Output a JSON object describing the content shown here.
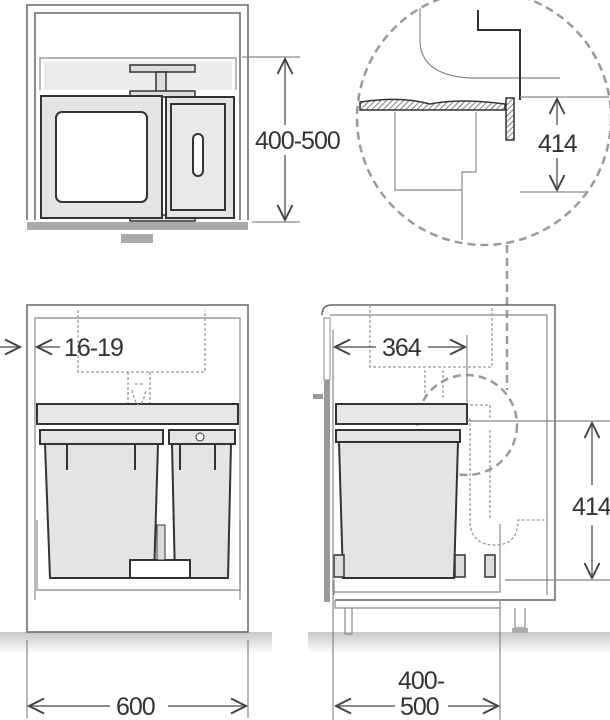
{
  "diagram": {
    "top_view": {
      "height_dimension": "400-500"
    },
    "detail_view": {
      "height_dimension": "414"
    },
    "front_view": {
      "side_gap_dimension": "16-19",
      "width_dimension": "600"
    },
    "side_view": {
      "depth_dimension": "364",
      "height_dimension": "414",
      "cabinet_depth_line1": "400-",
      "cabinet_depth_line2": "500"
    },
    "colors": {
      "line": "#333333",
      "bin_fill": "#e4e4e4",
      "floor": "#d0d0d0"
    }
  }
}
